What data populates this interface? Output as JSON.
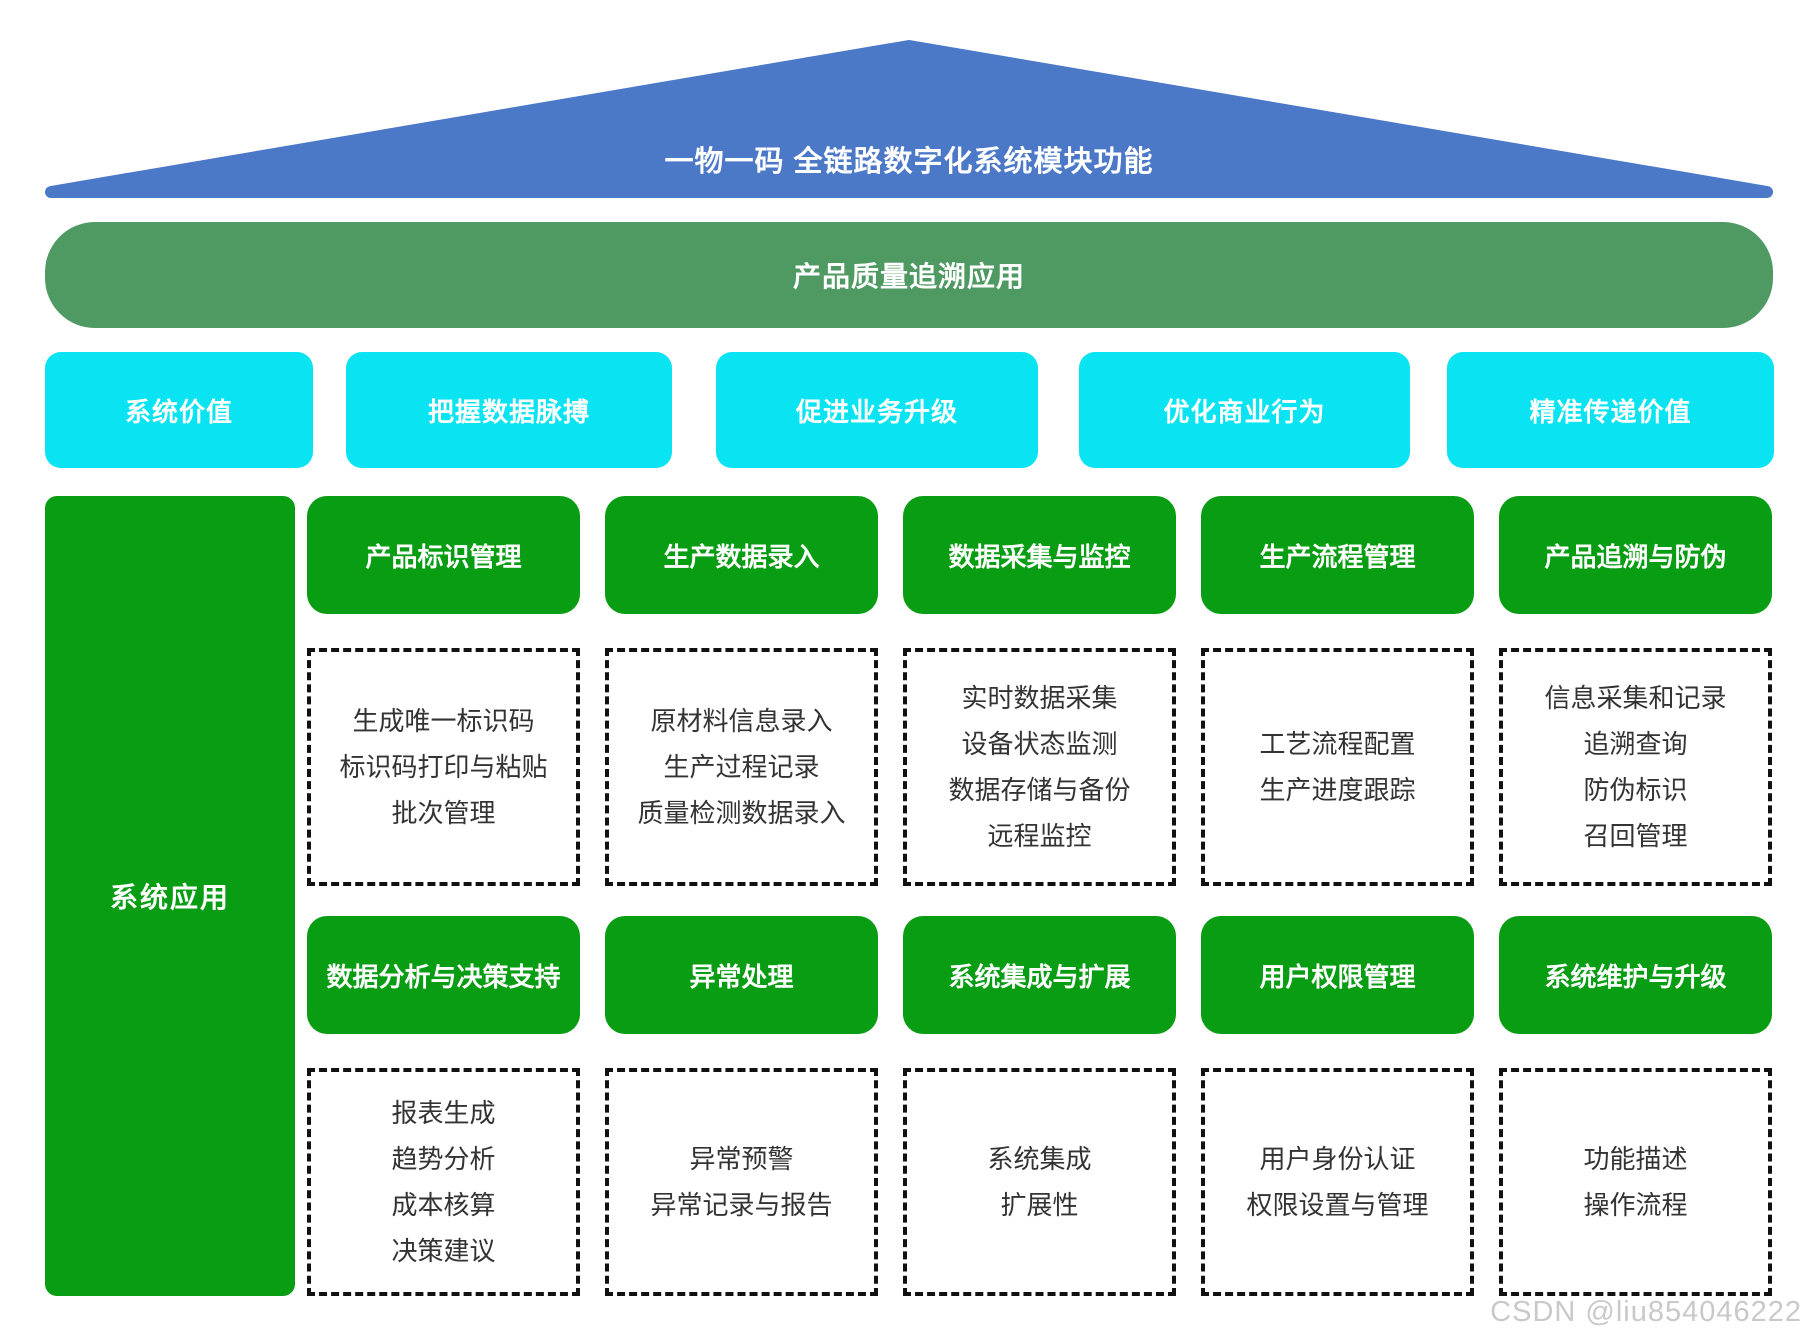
{
  "roof": {
    "title": "一物一码 全链路数字化系统模块功能"
  },
  "banner": {
    "label": "产品质量追溯应用"
  },
  "value_row": [
    {
      "label": "系统价值"
    },
    {
      "label": "把握数据脉搏"
    },
    {
      "label": "促进业务升级"
    },
    {
      "label": "优化商业行为"
    },
    {
      "label": "精准传递价值"
    }
  ],
  "sidebar": {
    "label": "系统应用"
  },
  "grid": {
    "row1": [
      {
        "header": "产品标识管理",
        "details": "生成唯一标识码\n标识码打印与粘贴\n批次管理"
      },
      {
        "header": "生产数据录入",
        "details": "原材料信息录入\n生产过程记录\n质量检测数据录入"
      },
      {
        "header": "数据采集与监控",
        "details": "实时数据采集\n设备状态监测\n数据存储与备份\n远程监控"
      },
      {
        "header": "生产流程管理",
        "details": "工艺流程配置\n生产进度跟踪"
      },
      {
        "header": "产品追溯与防伪",
        "details": "信息采集和记录\n追溯查询\n防伪标识\n召回管理"
      }
    ],
    "row2": [
      {
        "header": "数据分析与决策支持",
        "details": "报表生成\n趋势分析\n成本核算\n决策建议"
      },
      {
        "header": "异常处理",
        "details": "异常预警\n异常记录与报告"
      },
      {
        "header": "系统集成与扩展",
        "details": "系统集成\n扩展性"
      },
      {
        "header": "用户权限管理",
        "details": "用户身份认证\n权限设置与管理"
      },
      {
        "header": "系统维护与升级",
        "details": "功能描述\n操作流程"
      }
    ]
  },
  "watermark": "CSDN @liu854046222",
  "colors": {
    "roof_blue": "#4C78C8",
    "banner_green": "#4F9963",
    "value_cyan": "#0AE4F2",
    "module_green": "#089D13",
    "dashed_border": "#111111",
    "detail_text": "#333333",
    "label_text": "#FFFFFF",
    "watermark_gray": "#C9C9C9"
  }
}
